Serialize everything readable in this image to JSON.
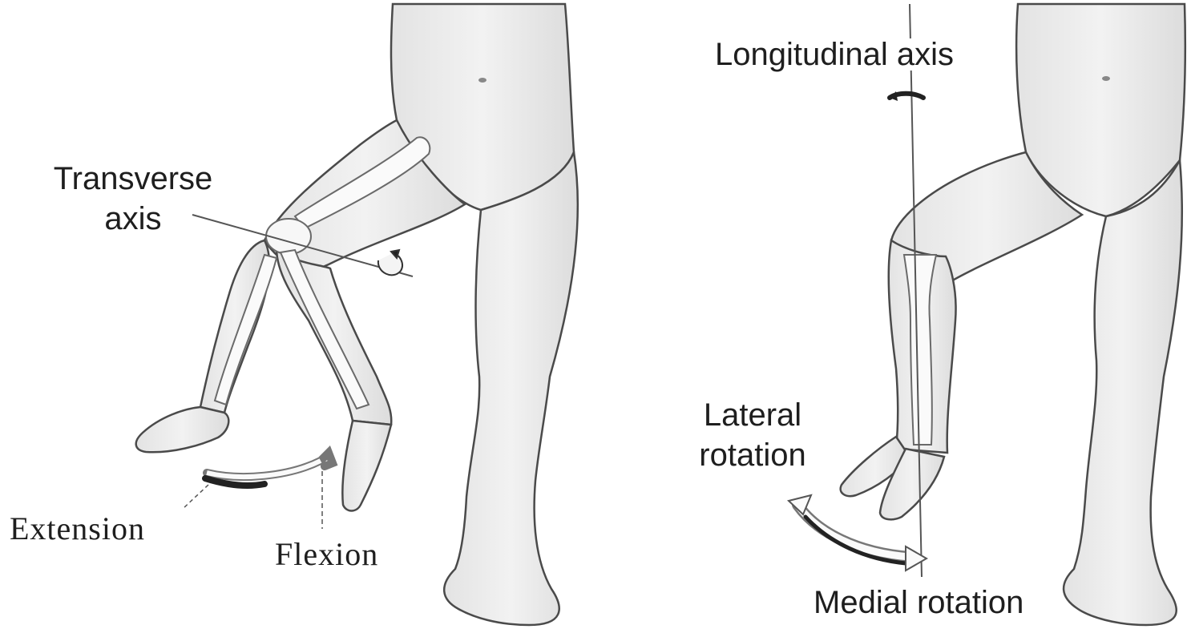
{
  "left_panel": {
    "transverse_axis_line1": "Transverse",
    "transverse_axis_line2": "axis",
    "extension_label": "Extension",
    "flexion_label": "Flexion"
  },
  "right_panel": {
    "longitudinal_axis_label": "Longitudinal axis",
    "lateral_rotation_line1": "Lateral",
    "lateral_rotation_line2": "rotation",
    "medial_rotation_label": "Medial rotation"
  },
  "colors": {
    "skin": "#ececec",
    "outline": "#4a4a4a",
    "bone": "#fafafa",
    "text": "#1e1e1e",
    "arrow_dark": "#2b2b2b"
  }
}
